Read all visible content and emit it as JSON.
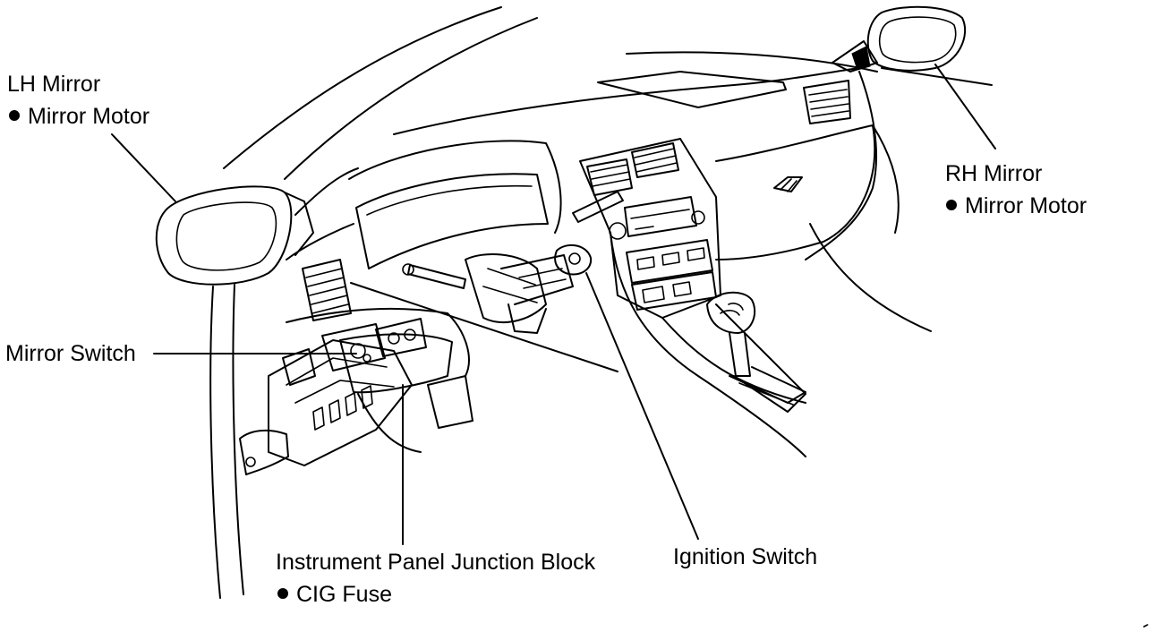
{
  "labels": {
    "lh_mirror": "LH Mirror",
    "lh_mirror_motor": "Mirror Motor",
    "rh_mirror": "RH Mirror",
    "rh_mirror_motor": "Mirror Motor",
    "mirror_switch": "Mirror Switch",
    "junction_block": "Instrument Panel Junction Block",
    "cig_fuse": "CIG Fuse",
    "ignition_switch": "Ignition Switch"
  },
  "colors": {
    "line": "#000000",
    "background": "#ffffff"
  }
}
